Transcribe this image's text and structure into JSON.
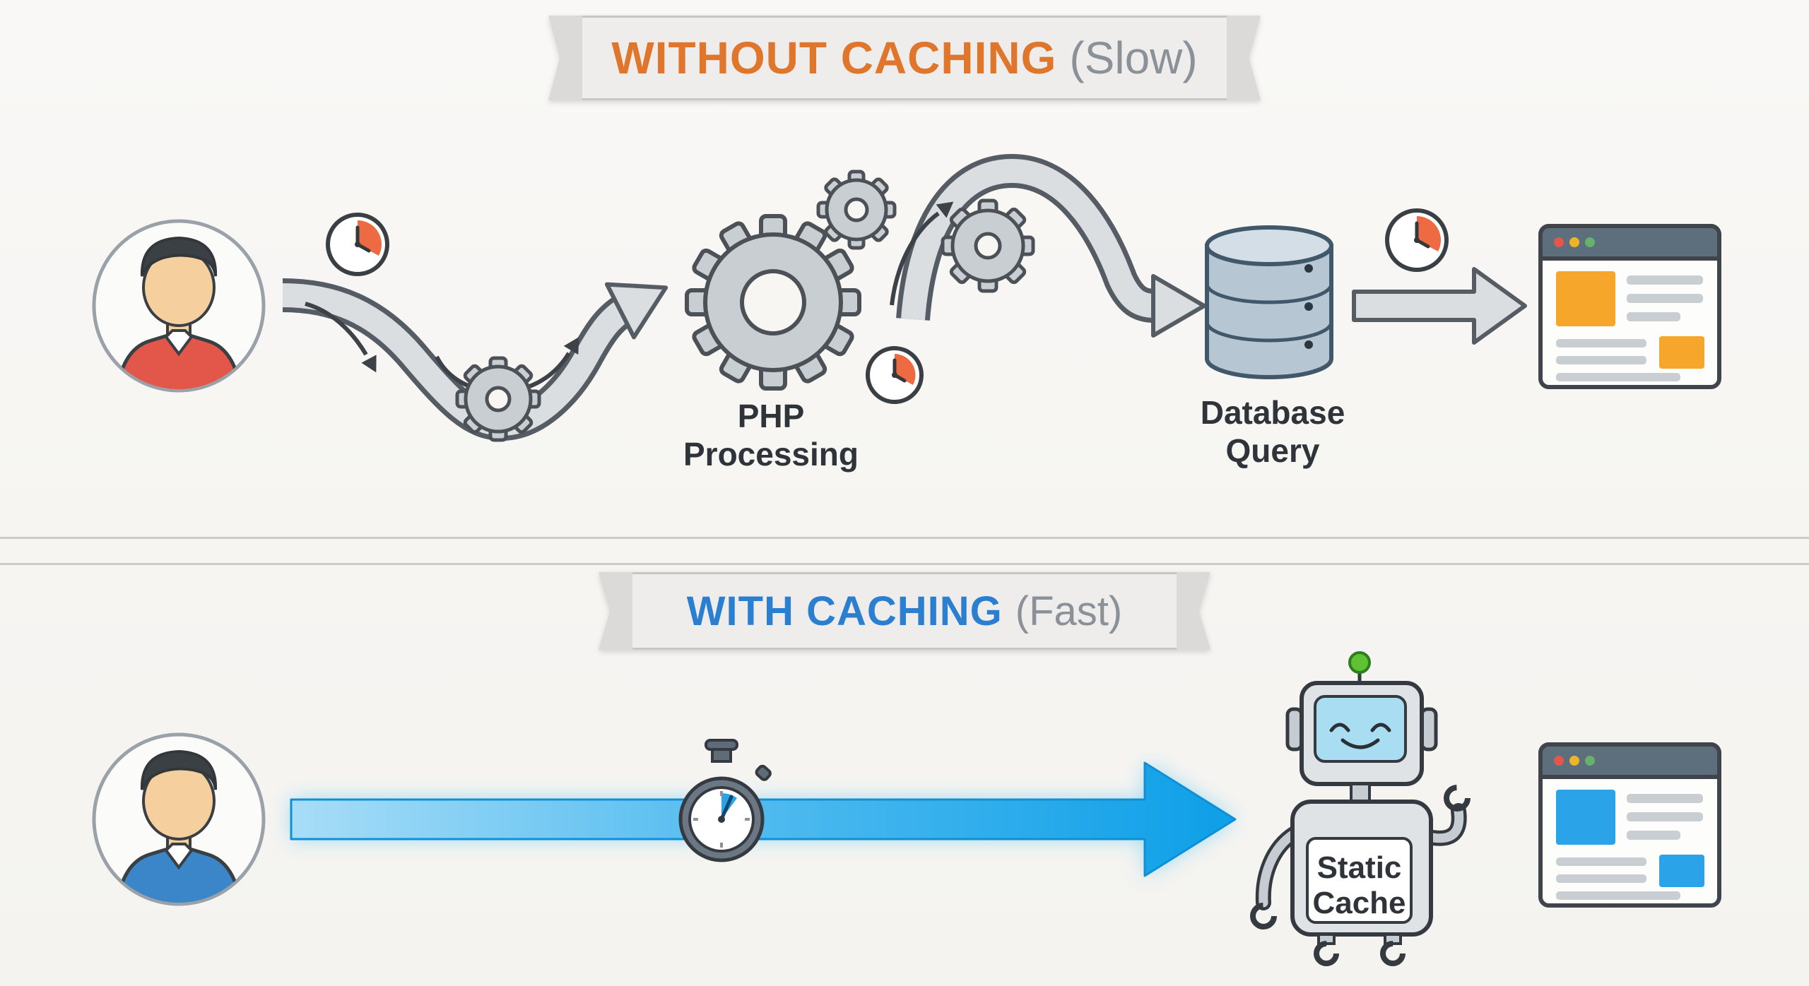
{
  "top_section": {
    "banner": {
      "title": "WITHOUT CACHING",
      "suffix": "(Slow)"
    },
    "php_label": {
      "line1": "PHP",
      "line2": "Processing"
    },
    "db_label": {
      "line1": "Database",
      "line2": "Query"
    }
  },
  "bottom_section": {
    "banner": {
      "title": "WITH CACHING",
      "suffix": "(Fast)"
    },
    "cache_label": {
      "line1": "Static",
      "line2": "Cache"
    }
  },
  "icons": [
    "user-avatar",
    "clock-icon",
    "gear-icon",
    "winding-arrow",
    "arch-arrow",
    "database-icon",
    "right-block-arrow",
    "browser-window-icon",
    "fast-blue-arrow",
    "stopwatch-icon",
    "robot-icon",
    "antenna-icon"
  ],
  "colors": {
    "slow_accent": "#E0752C",
    "fast_accent": "#2B7FD0",
    "suffix_gray": "#8B9198",
    "orange_block": "#F5A62B",
    "blue_block": "#2BA3E8",
    "arrow_gray": "#DBDEE0",
    "outline_dark": "#565C63",
    "clock_orange": "#EE6A42",
    "database_blue": "#B7C6D3",
    "fast_arrow_blue": "#0D9FE8",
    "robot_green": "#5EC232",
    "background": "#F7F6F3"
  }
}
